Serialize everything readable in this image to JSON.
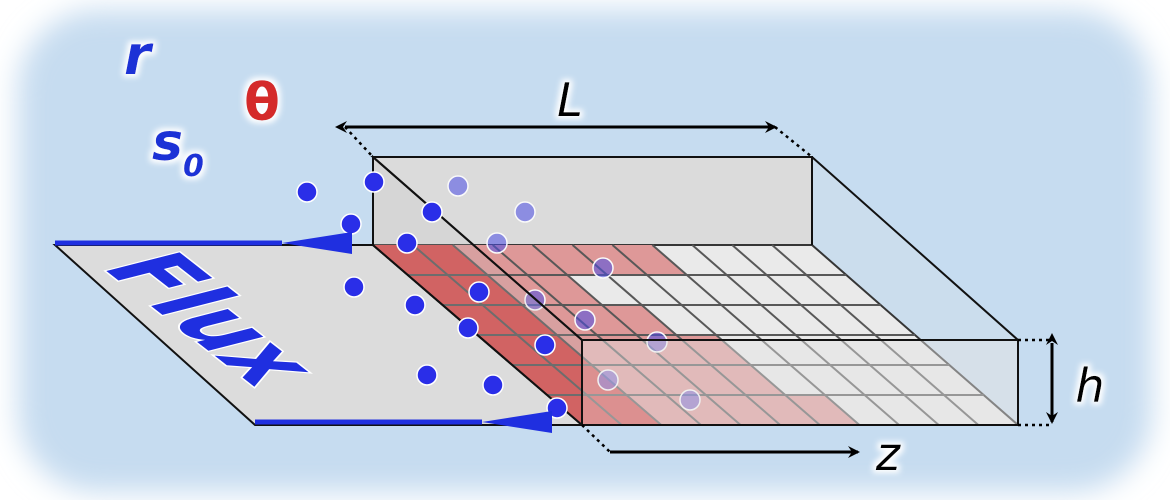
{
  "labels": {
    "r": "r",
    "theta": "θ",
    "s_base": "s",
    "s_sub": "0",
    "flux": "Flux",
    "length": "L",
    "height": "h",
    "depth_axis": "z"
  },
  "colors": {
    "background_glow": "#c6dcf0",
    "symbol_blue": "#1f33d6",
    "symbol_red": "#d42a2a",
    "particle": "#2a2ee8",
    "arrow_blue": "#1f2fe0",
    "occupied_cell": "#d32a2a",
    "partial_cell": "#dd8888",
    "grid_line": "#3a3a3a",
    "panel_fill": "#dcdcdc"
  },
  "grid": {
    "rows": 6,
    "cols": 11,
    "occupied_cols_per_row": [
      7,
      4,
      5,
      6,
      6,
      7
    ],
    "fully_red_cols": 2
  }
}
